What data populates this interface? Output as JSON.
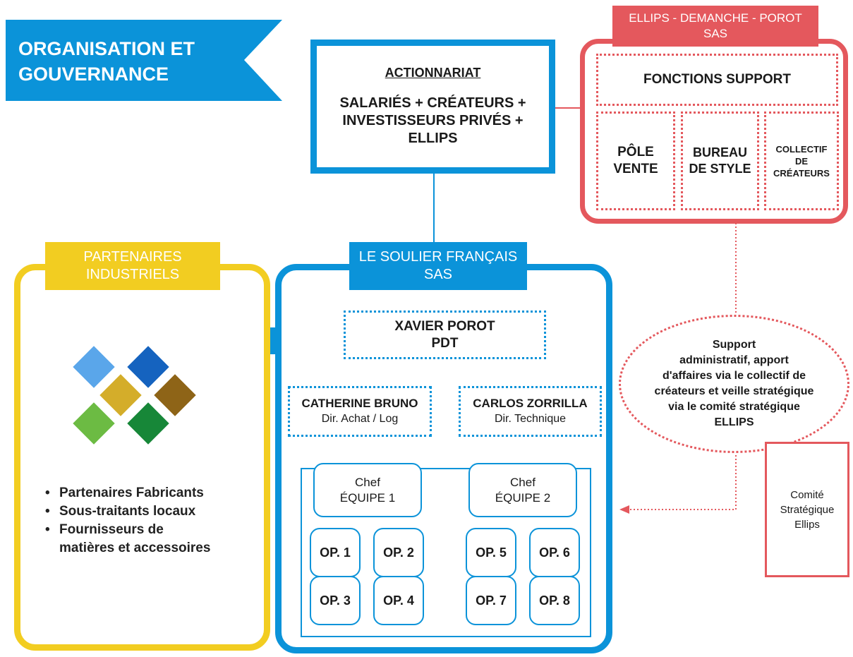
{
  "title": {
    "line1": "ORGANISATION ET",
    "line2": "GOUVERNANCE"
  },
  "actionnariat": {
    "heading": "ACTIONNARIAT",
    "line1": "SALARIÉS + CRÉATEURS +",
    "line2": "INVESTISSEURS PRIVÉS +",
    "line3": "ELLIPS"
  },
  "ellips": {
    "header_line1": "ELLIPS - DEMANCHE - POROT",
    "header_line2": "SAS",
    "fonctions_support": "FONCTIONS SUPPORT",
    "pole_vente": [
      "PÔLE",
      "VENTE"
    ],
    "bureau_style": [
      "BUREAU",
      "DE STYLE"
    ],
    "collectif": [
      "COLLECTIF",
      "DE",
      "CRÉATEURS"
    ]
  },
  "partenaires": {
    "header_line1": "PARTENAIRES",
    "header_line2": "INDUSTRIELS",
    "items": [
      "Partenaires Fabricants",
      "Sous-traitants locaux",
      "Fournisseurs de",
      "matières et accessoires"
    ],
    "logo_colors": [
      "#5aa6ea",
      "#1563bf",
      "#d4ad2a",
      "#8e6417",
      "#6cbb43",
      "#178738"
    ]
  },
  "soulier": {
    "header_line1": "LE SOULIER FRANÇAIS",
    "header_line2": "SAS",
    "pdt_name": "XAVIER POROT",
    "pdt_title": "PDT",
    "left_name": "CATHERINE BRUNO",
    "left_title": "Dir. Achat / Log",
    "right_name": "CARLOS ZORRILLA",
    "right_title": "Dir. Technique",
    "chef1": [
      "Chef",
      "ÉQUIPE 1"
    ],
    "chef2": [
      "Chef",
      "ÉQUIPE 2"
    ],
    "ops": [
      "OP. 1",
      "OP. 2",
      "OP. 3",
      "OP. 4",
      "OP. 5",
      "OP. 6",
      "OP. 7",
      "OP. 8"
    ]
  },
  "support_bubble": {
    "lines": [
      "Support",
      "administratif, apport",
      "d'affaires via le collectif de",
      "créateurs et veille stratégique",
      "via le comité stratégique",
      "ELLIPS"
    ]
  },
  "comite": {
    "lines": [
      "Comité",
      "Stratégique",
      "Ellips"
    ]
  },
  "colors": {
    "blue": "#0b93d9",
    "red": "#e4585d",
    "yellow": "#f2cd21"
  }
}
